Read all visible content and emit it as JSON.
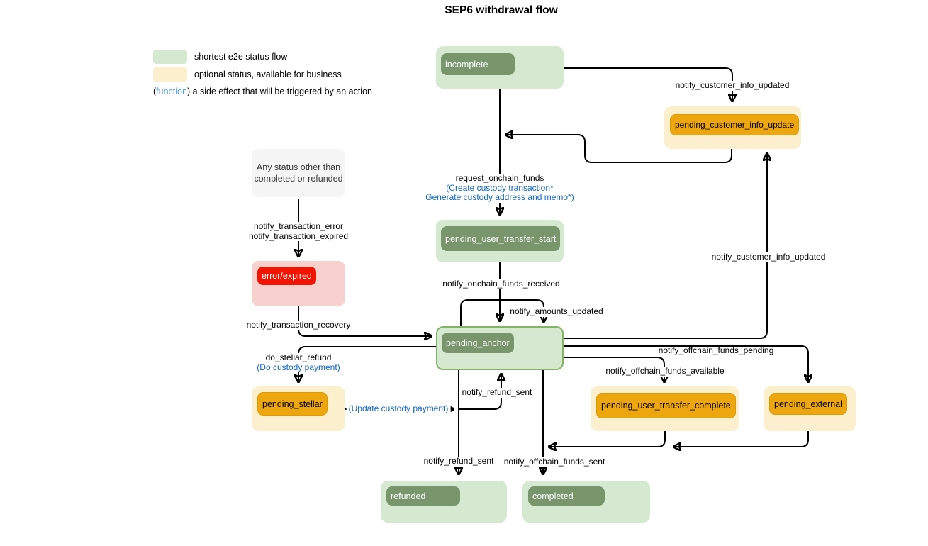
{
  "title": "SEP6 withdrawal flow",
  "legend": {
    "shortest": "shortest e2e status flow",
    "optional": "optional status, available for business",
    "function_open": "(",
    "function_word": "function",
    "function_close": ")",
    "function_desc": " a side effect that will be triggered by an action"
  },
  "note": {
    "line1": "Any status other than",
    "line2": "completed or refunded"
  },
  "nodes": {
    "incomplete": "incomplete",
    "pending_customer_info_update": "pending_customer_info_update",
    "pending_user_transfer_start": "pending_user_transfer_start",
    "pending_anchor": "pending_anchor",
    "error_expired": "error/expired",
    "pending_stellar": "pending_stellar",
    "pending_user_transfer_complete": "pending_user_transfer_complete",
    "pending_external": "pending_external",
    "refunded": "refunded",
    "completed": "completed"
  },
  "edge_labels": {
    "notify_customer_info_updated_top": "notify_customer_info_updated",
    "request_onchain_funds": "request_onchain_funds",
    "create_custody_tx": "(Create custody transaction*",
    "generate_custody": "Generate custody address and memo*)",
    "notify_transaction_error": "notify_transaction_error",
    "notify_transaction_expired": "notify_transaction_expired",
    "notify_transaction_recovery": "notify_transaction_recovery",
    "do_stellar_refund": "do_stellar_refund",
    "do_custody_payment": "(Do custody payment)",
    "update_custody_payment": "(Update custody payment)",
    "notify_refund_sent_mid": "notify_refund_sent",
    "notify_onchain_funds_received": "notify_onchain_funds_received",
    "notify_amounts_updated": "notify_amounts_updated",
    "notify_offchain_funds_pending": "notify_offchain_funds_pending",
    "notify_offchain_funds_available": "notify_offchain_funds_available",
    "notify_customer_info_updated_right": "notify_customer_info_updated",
    "notify_refund_sent_bottom": "notify_refund_sent",
    "notify_offchain_funds_sent": "notify_offchain_funds_sent"
  },
  "colors": {
    "green_container": "#d5e8d0",
    "green_pill": "#78956c",
    "anchor_border": "#82b366",
    "yellow_container": "#fcefcd",
    "orange_pill": "#eda60d",
    "pink_container": "#f7d1ce",
    "red_pill": "#f31300",
    "gray_note": "#f5f5f5",
    "blue_text": "#1265c4",
    "light_blue_text": "#55a3e8",
    "edge_color": "#000000"
  }
}
